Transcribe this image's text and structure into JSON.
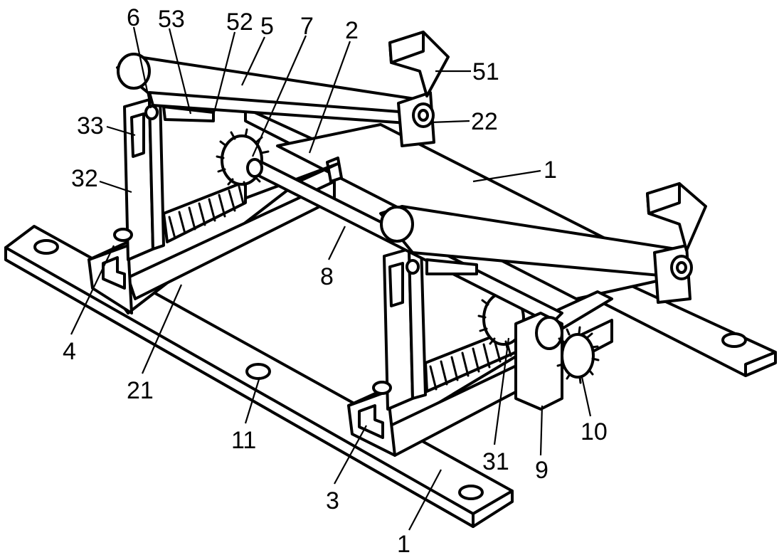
{
  "figure": {
    "colors": {
      "line": "#000000",
      "background": "#ffffff"
    },
    "labels": [
      {
        "id": "l6",
        "text": "6"
      },
      {
        "id": "l53",
        "text": "53"
      },
      {
        "id": "l52",
        "text": "52"
      },
      {
        "id": "l5",
        "text": "5"
      },
      {
        "id": "l7",
        "text": "7"
      },
      {
        "id": "l2",
        "text": "2"
      },
      {
        "id": "l51",
        "text": "51"
      },
      {
        "id": "l22",
        "text": "22"
      },
      {
        "id": "l33",
        "text": "33"
      },
      {
        "id": "l1a",
        "text": "1"
      },
      {
        "id": "l32",
        "text": "32"
      },
      {
        "id": "l8",
        "text": "8"
      },
      {
        "id": "l4",
        "text": "4"
      },
      {
        "id": "l21",
        "text": "21"
      },
      {
        "id": "l11",
        "text": "11"
      },
      {
        "id": "l10",
        "text": "10"
      },
      {
        "id": "l31",
        "text": "31"
      },
      {
        "id": "l9",
        "text": "9"
      },
      {
        "id": "l3",
        "text": "3"
      },
      {
        "id": "l1b",
        "text": "1"
      }
    ]
  }
}
